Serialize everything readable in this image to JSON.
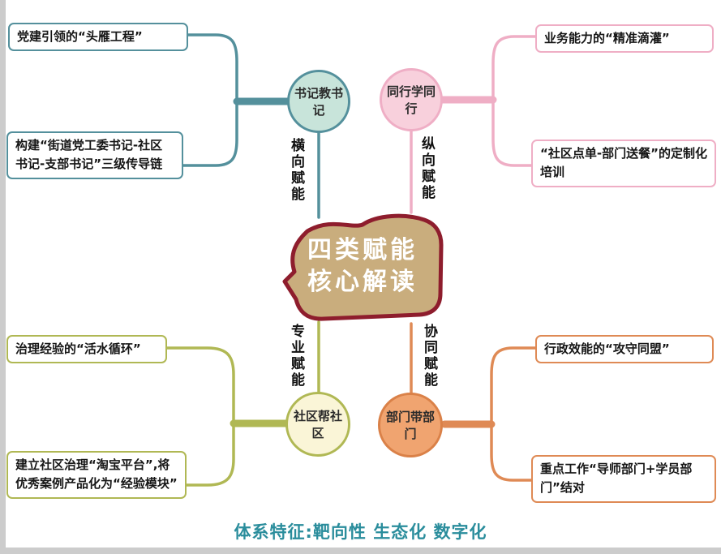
{
  "center": {
    "line1": "四类赋能",
    "line2": "核心解读",
    "fill_color": "#c9ad7d",
    "border_color": "#8e1d2d"
  },
  "branches": [
    {
      "name": "horizontal-empowerment",
      "circle": "书记教书记",
      "axis": "横向赋能",
      "color": "#54909c",
      "boxes": [
        "党建引领的“头雁工程”",
        "构建“街道党工委书记-社区书记-支部书记”三级传导链"
      ]
    },
    {
      "name": "vertical-empowerment",
      "circle": "同行学同行",
      "axis": "纵向赋能",
      "color": "#efaec5",
      "boxes": [
        "业务能力的“精准滴灌”",
        "“社区点单-部门送餐”的定制化培训"
      ]
    },
    {
      "name": "professional-empowerment",
      "circle": "社区帮社区",
      "axis": "专业赋能",
      "color": "#b0b854",
      "boxes": [
        "治理经验的“活水循环”",
        "建立社区治理“淘宝平台”,将优秀案例产品化为“经验模块”"
      ]
    },
    {
      "name": "collaborative-empowerment",
      "circle": "部门带部门",
      "axis": "协同赋能",
      "color": "#df8a55",
      "boxes": [
        "行政效能的“攻守同盟”",
        "重点工作“导师部门+学员部门”结对"
      ]
    }
  ],
  "caption": "体系特征:靶向性 生态化 数字化",
  "caption_color": "#2a8d9c"
}
